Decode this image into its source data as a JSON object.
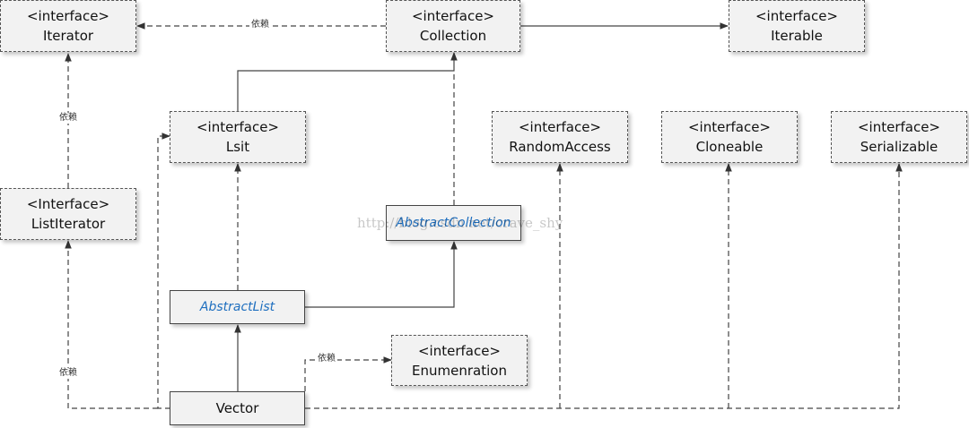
{
  "nodes": {
    "iterator": {
      "stereotype": "<interface>",
      "name": "Iterator"
    },
    "collection": {
      "stereotype": "<interface>",
      "name": "Collection"
    },
    "iterable": {
      "stereotype": "<interface>",
      "name": "Iterable"
    },
    "lsit": {
      "stereotype": "<interface>",
      "name": "Lsit"
    },
    "randomaccess": {
      "stereotype": "<interface>",
      "name": "RandomAccess"
    },
    "cloneable": {
      "stereotype": "<interface>",
      "name": "Cloneable"
    },
    "serializable": {
      "stereotype": "<interface>",
      "name": "Serializable"
    },
    "listiterator": {
      "stereotype": "<Interface>",
      "name": "ListIterator"
    },
    "abstractcollection": {
      "name": "AbstractCollection"
    },
    "abstractlist": {
      "name": "AbstractList"
    },
    "enumeration": {
      "stereotype": "<interface>",
      "name": "Enumenration"
    },
    "vector": {
      "name": "Vector"
    }
  },
  "labels": {
    "dep_collection_iterator": "依赖",
    "dep_listiterator_iterator": "依赖",
    "dep_vector_enumeration": "依赖",
    "dep_vector_listiterator": "依赖"
  },
  "watermark": "http://blog.csdn.net/crave_shy",
  "colors": {
    "abstract_text": "#1f6fbf",
    "box_fill": "#f2f2f2",
    "line": "#444444"
  }
}
